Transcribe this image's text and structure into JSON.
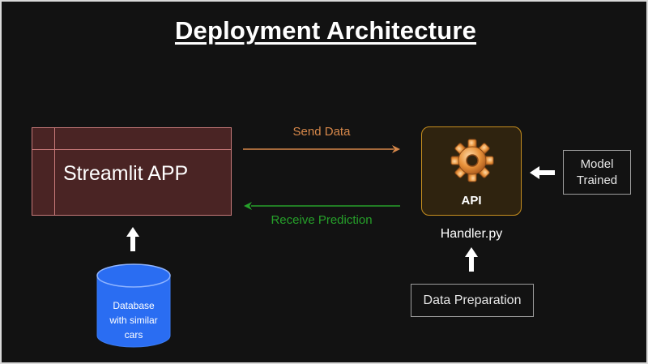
{
  "title": "Deployment Architecture",
  "app": {
    "label": "Streamlit APP"
  },
  "api": {
    "label": "API",
    "handler": "Handler.py",
    "icon": "gear-icon"
  },
  "model": {
    "line1": "Model",
    "line2": "Trained"
  },
  "data_prep": {
    "label": "Data Preparation"
  },
  "flows": {
    "send": "Send Data",
    "receive": "Receive Prediction"
  },
  "database": {
    "line1": "Database",
    "line2": "with similar",
    "line3": "cars"
  },
  "colors": {
    "app_fill": "#4a2424",
    "app_stroke": "#c87a7a",
    "api_fill": "#2f230f",
    "api_stroke": "#c78f1f",
    "send": "#d7884a",
    "receive": "#26a02a",
    "database": "#2a6df2"
  }
}
